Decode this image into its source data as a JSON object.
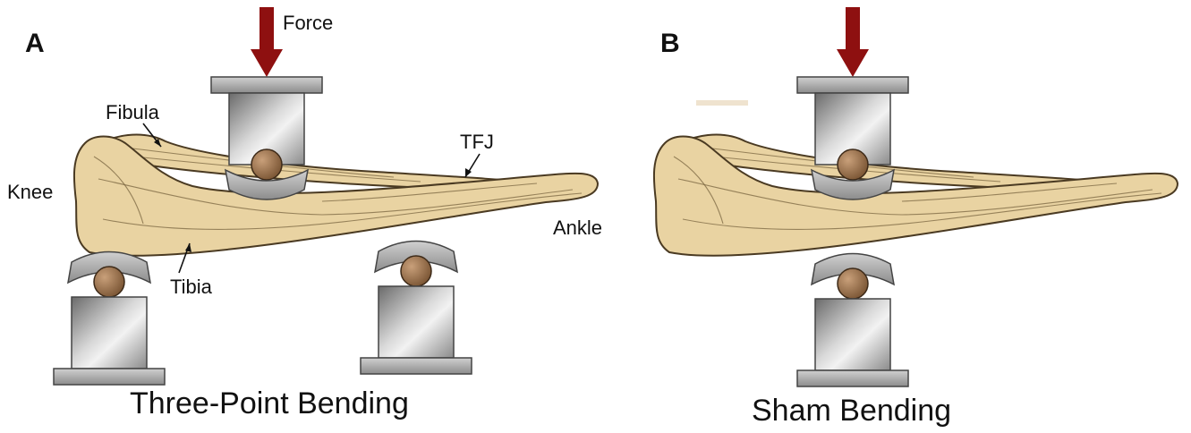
{
  "colors": {
    "force_arrow": "#8e1010",
    "bone": "#e9d3a2",
    "bone_outline": "#4a3a22",
    "support_metal": "#b9b9b9",
    "support_dark": "#6e6e6e",
    "roller": "#a67c52"
  },
  "panel_a": {
    "letter": "A",
    "force_label": "Force",
    "labels": {
      "fibula": "Fibula",
      "knee": "Knee",
      "tfj": "TFJ",
      "ankle": "Ankle",
      "tibia": "Tibia"
    },
    "caption": "Three-Point Bending"
  },
  "panel_b": {
    "letter": "B",
    "caption": "Sham Bending"
  }
}
